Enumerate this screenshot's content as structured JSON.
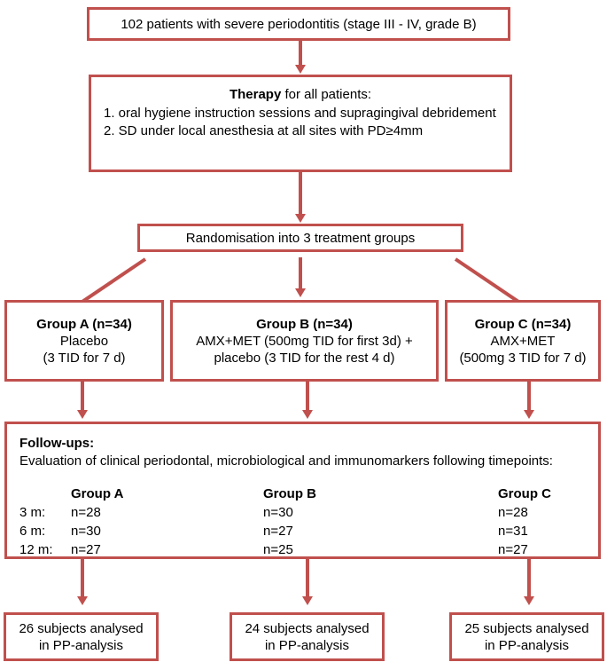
{
  "flowchart": {
    "accent_color": "#C0504D",
    "enrollment": {
      "text": "102 patients with severe periodontitis (stage III - IV, grade B)"
    },
    "therapy": {
      "title_bold": "Therapy",
      "title_rest": " for all patients:",
      "items": [
        "1. oral hygiene instruction sessions and supragingival debridement",
        "2. SD under local anesthesia at all sites with PD≥4mm"
      ]
    },
    "randomisation": {
      "text": "Randomisation into 3 treatment groups"
    },
    "groups": [
      {
        "title": "Group A (n=34)",
        "lines": [
          "Placebo",
          "(3 TID for 7 d)"
        ]
      },
      {
        "title": "Group B (n=34)",
        "lines": [
          "AMX+MET (500mg TID for first 3d) +",
          "placebo (3 TID for the rest 4 d)"
        ]
      },
      {
        "title": "Group C (n=34)",
        "lines": [
          "AMX+MET",
          "(500mg 3 TID for 7 d)"
        ]
      }
    ],
    "followups": {
      "title": "Follow-ups:",
      "subtitle": "Evaluation of clinical periodontal, microbiological and immunomarkers following timepoints:",
      "column_headers": [
        "",
        "Group A",
        "Group B",
        "Group C"
      ],
      "rows": [
        {
          "timepoint": "3 m:",
          "a": "n=28",
          "b": "n=30",
          "c": "n=28"
        },
        {
          "timepoint": "6 m:",
          "a": "n=30",
          "b": "n=27",
          "c": "n=31"
        },
        {
          "timepoint": "12 m:",
          "a": "n=27",
          "b": "n=25",
          "c": "n=27"
        }
      ]
    },
    "analysis": [
      {
        "lines": [
          "26 subjects analysed",
          "in PP-analysis"
        ]
      },
      {
        "lines": [
          "24 subjects analysed",
          "in PP-analysis"
        ]
      },
      {
        "lines": [
          "25 subjects analysed",
          "in PP-analysis"
        ]
      }
    ]
  }
}
